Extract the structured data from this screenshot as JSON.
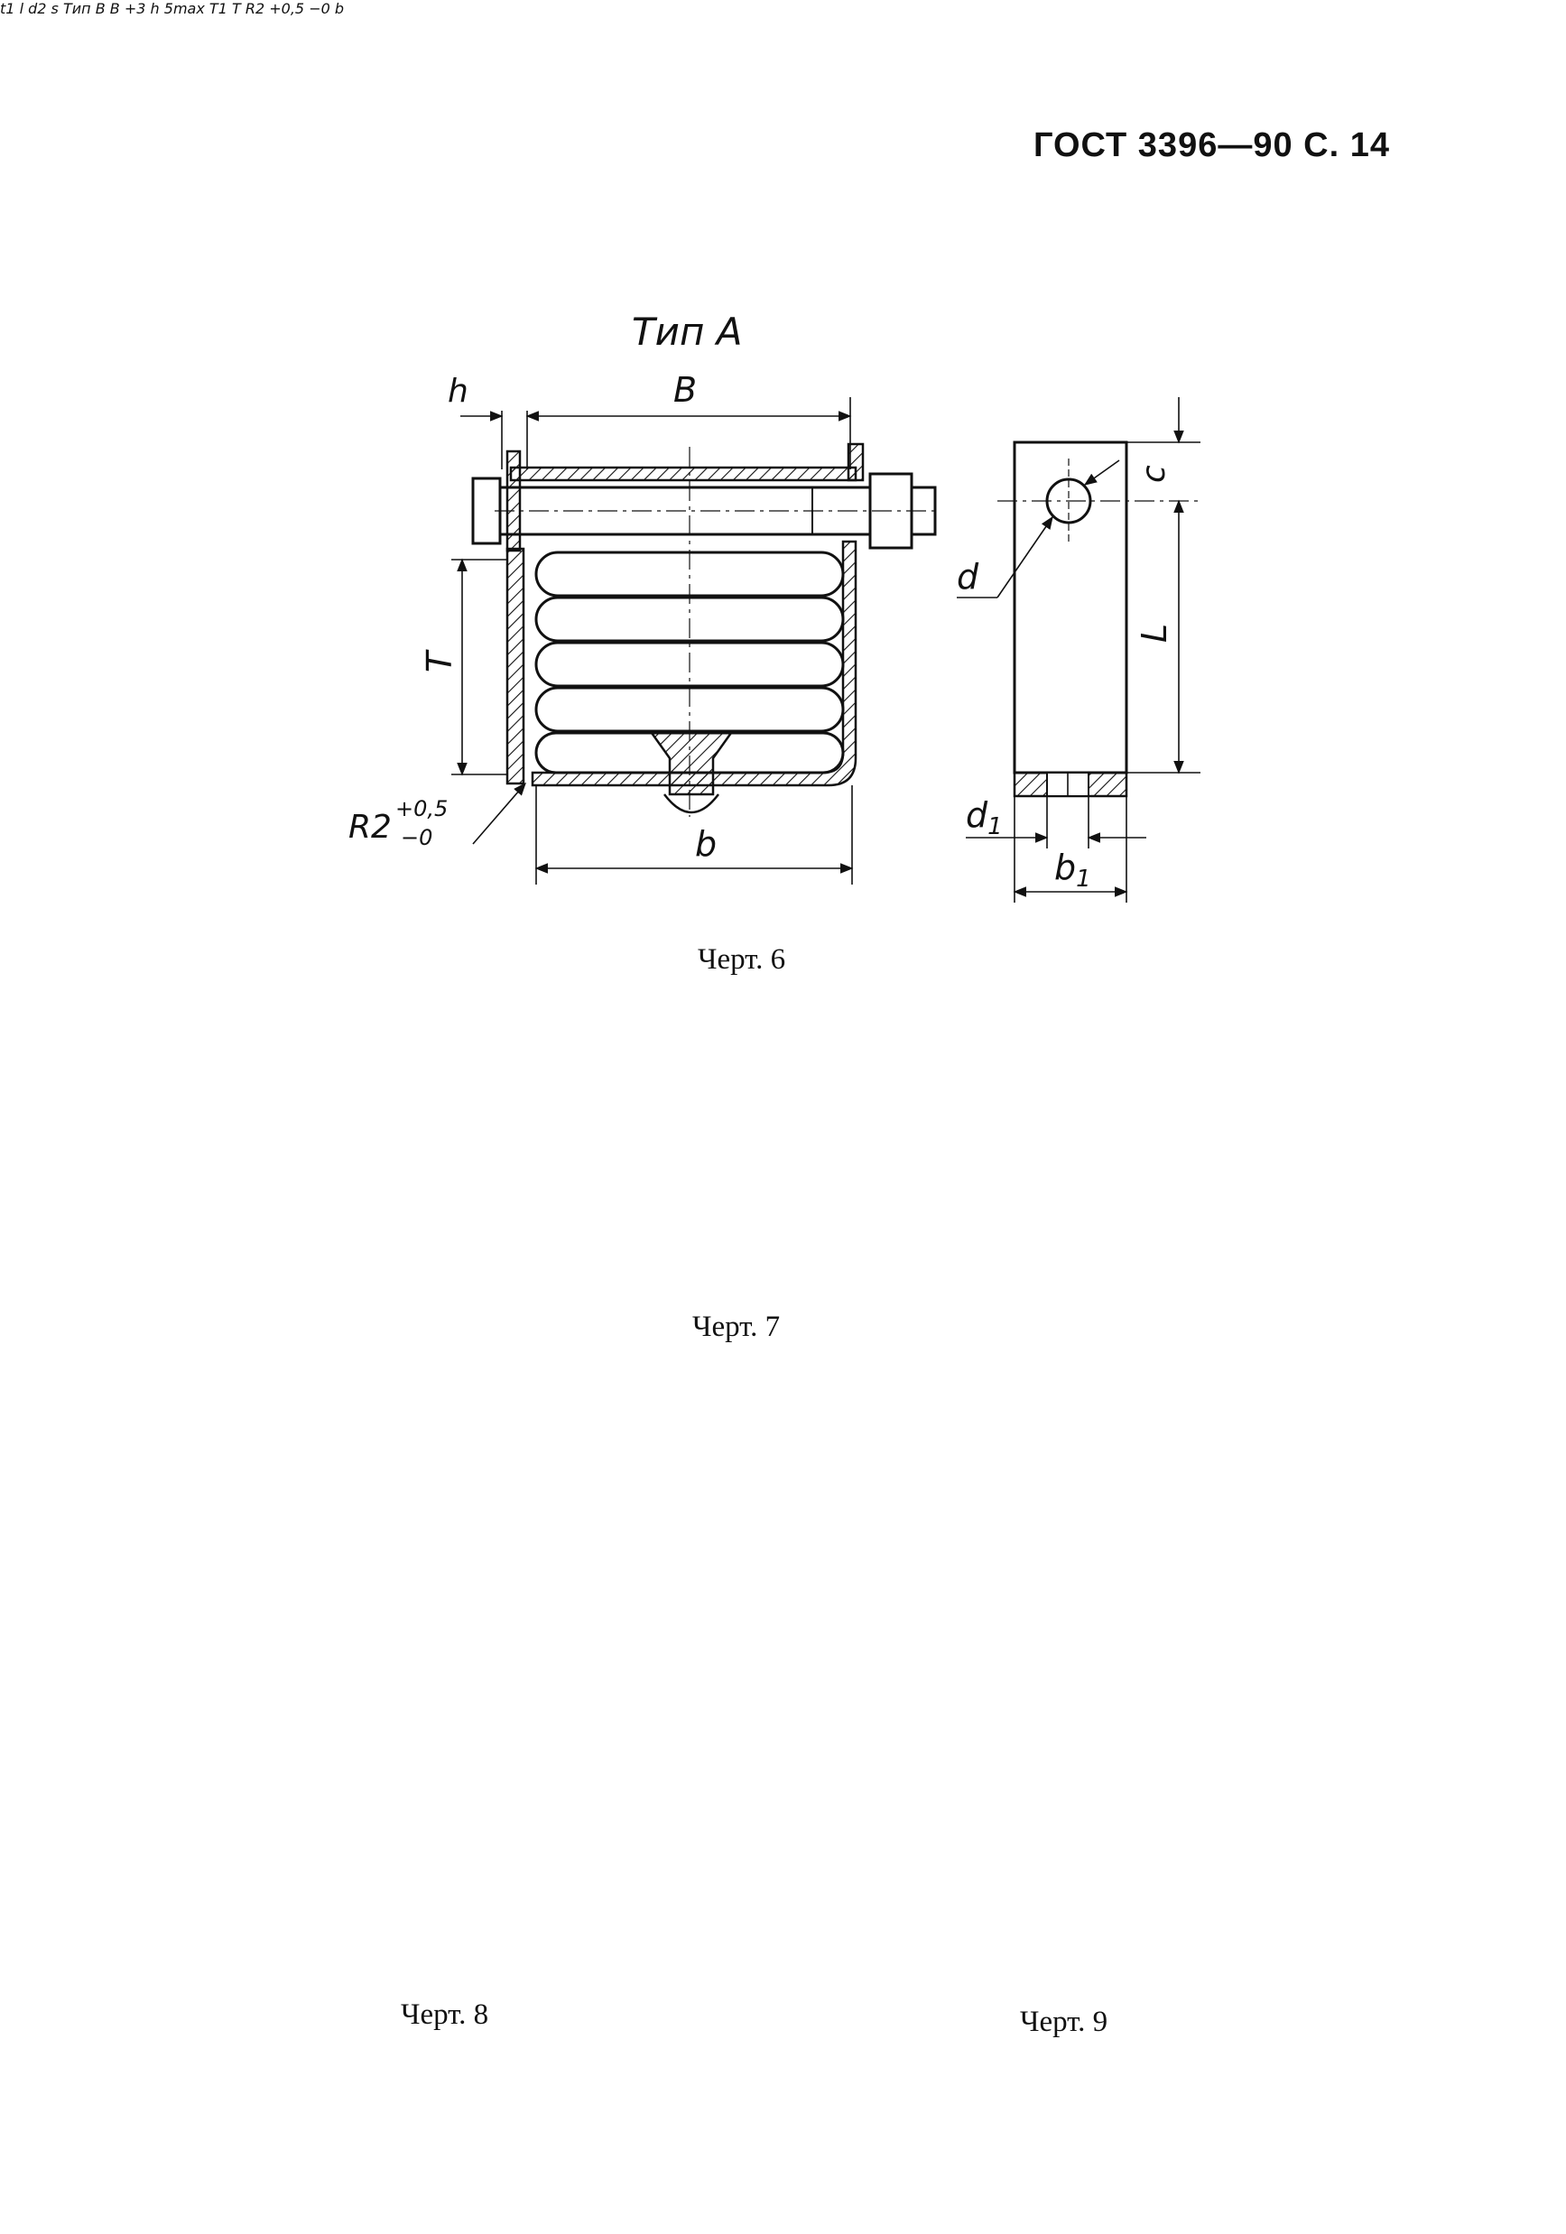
{
  "header": {
    "text": "ГОСТ 3396—90 С. 14"
  },
  "figures": {
    "fig6": {
      "type_title": "Тип А",
      "caption": "Черт. 6",
      "labels": {
        "h": "h",
        "B": "B",
        "T": "T",
        "R": "R2",
        "R_tol_up": "+0,5",
        "R_tol_down": "−0",
        "b": "b",
        "c": "c",
        "d": "d",
        "L": "L",
        "d1": "d",
        "d1_sub": "1",
        "b1": "b",
        "b1_sub": "1"
      }
    },
    "fig7": {
      "caption": "Черт. 7",
      "labels": {
        "t1": "t",
        "t1_sub": "1",
        "l": "l",
        "d2": "d",
        "d2_sub": "2",
        "s": "s"
      }
    },
    "fig8": {
      "type_title": "Тип В",
      "caption": "Черт. 8",
      "labels": {
        "B": "B",
        "B_tol": "+3",
        "h": "h",
        "five_max": "5max",
        "T1": "T",
        "T1_sub": "1",
        "T": "T",
        "R": "R2",
        "R_tol_up": "+0,5",
        "R_tol_down": "−0",
        "b": "b"
      }
    },
    "fig9": {
      "caption": "Черт. 9"
    }
  }
}
